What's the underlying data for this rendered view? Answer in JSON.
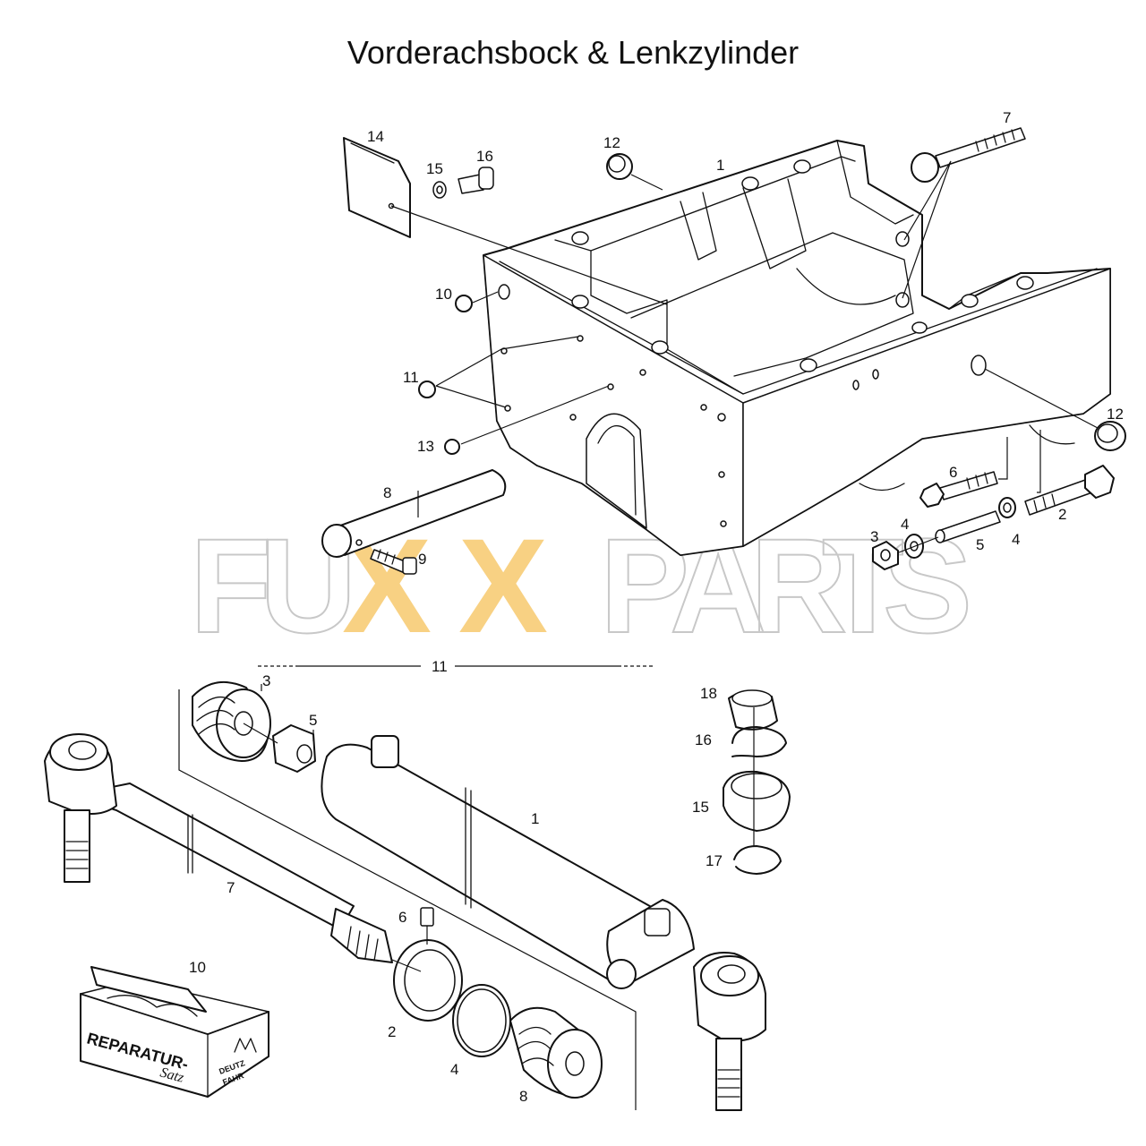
{
  "title": "Vorderachsbock & Lenkzylinder",
  "watermark": {
    "letters": [
      "F",
      "U",
      "X",
      "X",
      "P",
      "A",
      "R",
      "T",
      "S"
    ],
    "colors": {
      "outline": "#c8c8c8",
      "accent": "#f5c25a"
    }
  },
  "repair_kit_box": {
    "brand_line1": "REPARATUR-",
    "brand_line2": "Satz",
    "logo_line1": "DEUTZ",
    "logo_line2": "FAHR"
  },
  "callouts": {
    "upper": {
      "c1": "1",
      "c2": "2",
      "c3": "3",
      "c4a": "4",
      "c4b": "4",
      "c5": "5",
      "c6": "6",
      "c7": "7",
      "c8": "8",
      "c9": "9",
      "c10": "10",
      "c11": "11",
      "c12a": "12",
      "c12b": "12",
      "c13": "13",
      "c14": "14",
      "c15": "15",
      "c16": "16"
    },
    "lower": {
      "c1": "1",
      "c2": "2",
      "c3": "3",
      "c4": "4",
      "c5": "5",
      "c6": "6",
      "c7": "7",
      "c8": "8",
      "c10": "10",
      "c11": "11",
      "c15": "15",
      "c16": "16",
      "c17": "17",
      "c18": "18"
    }
  }
}
